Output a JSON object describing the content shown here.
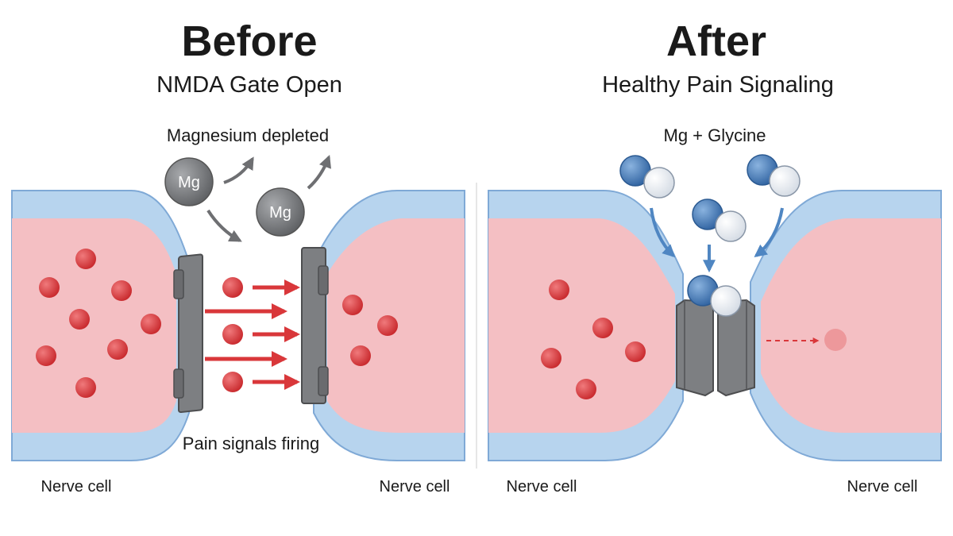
{
  "before": {
    "title": "Before",
    "subtitle": "NMDA Gate Open",
    "top_label": "Magnesium depleted",
    "bottom_label": "Pain signals firing",
    "ion_label": "Mg",
    "left_cell": "Nerve cell",
    "right_cell": "Nerve cell"
  },
  "after": {
    "title": "After",
    "subtitle": "Healthy Pain Signaling",
    "top_label": "Mg + Glycine",
    "left_cell": "Nerve cell",
    "right_cell": "Nerve cell"
  },
  "colors": {
    "membrane": "#b7d4ee",
    "membrane_edge": "#7fa9d6",
    "cytoplasm": "#f4bfc3",
    "ion_red": "#d9373a",
    "channel_gray": "#7d7f82",
    "mg_gray": "#808285",
    "glycine_blue": "#4a7fb8",
    "arrow_blue": "#4f86c2"
  }
}
